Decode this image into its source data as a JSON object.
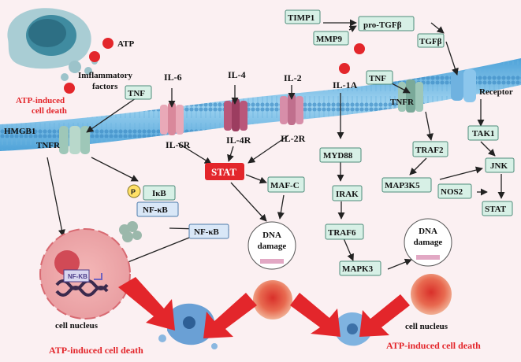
{
  "labels": {
    "atp": "ATP",
    "inflammatory_1": "Imflammatory",
    "inflammatory_2": "factors",
    "death_1a": "ATP-induced",
    "death_1b": "cell death",
    "il6": "IL-6",
    "il4": "IL-4",
    "il2": "IL-2",
    "il1a": "IL-1A",
    "il6r": "IL-6R",
    "il4r": "IL-4R",
    "il2r": "IL-2R",
    "tnfr_right": "TNFR",
    "tnfr_left": "TNFR",
    "receptor": "Receptor",
    "hmgb1": "HMGB1",
    "dna": "DNA",
    "damage": "damage",
    "cell_nucleus": "cell nucleus",
    "death_bottom": "ATP-induced cell death",
    "nfkb_promoter": "NF-KB"
  },
  "nodes": {
    "tnf_left": "TNF",
    "timp1": "TIMP1",
    "mmp9": "MMP9",
    "pro_tgfb": "pro-TGFβ",
    "tgfb": "TGFβ",
    "tnf_right": "TNF",
    "myd88": "MYD88",
    "maf_c": "MAF-C",
    "irak": "IRAK",
    "traf6": "TRAF6",
    "mapk3": "MAPK3",
    "traf2": "TRAF2",
    "map3k5": "MAP3K5",
    "tak1": "TAK1",
    "jnk": "JNK",
    "nos2": "NOS2",
    "stat_right": "STAT",
    "ikb": "IκB",
    "nfkb_complex": "NF-κB",
    "nfkb_free": "NF-κB",
    "stat_center": "STAT",
    "phospho": "P"
  },
  "colors": {
    "background": "#fbf0f2",
    "membrane": "#4fa3d9",
    "node_fill": "#d7f0e6",
    "stat_highlight": "#e3262b",
    "death_text": "#e3262b"
  }
}
